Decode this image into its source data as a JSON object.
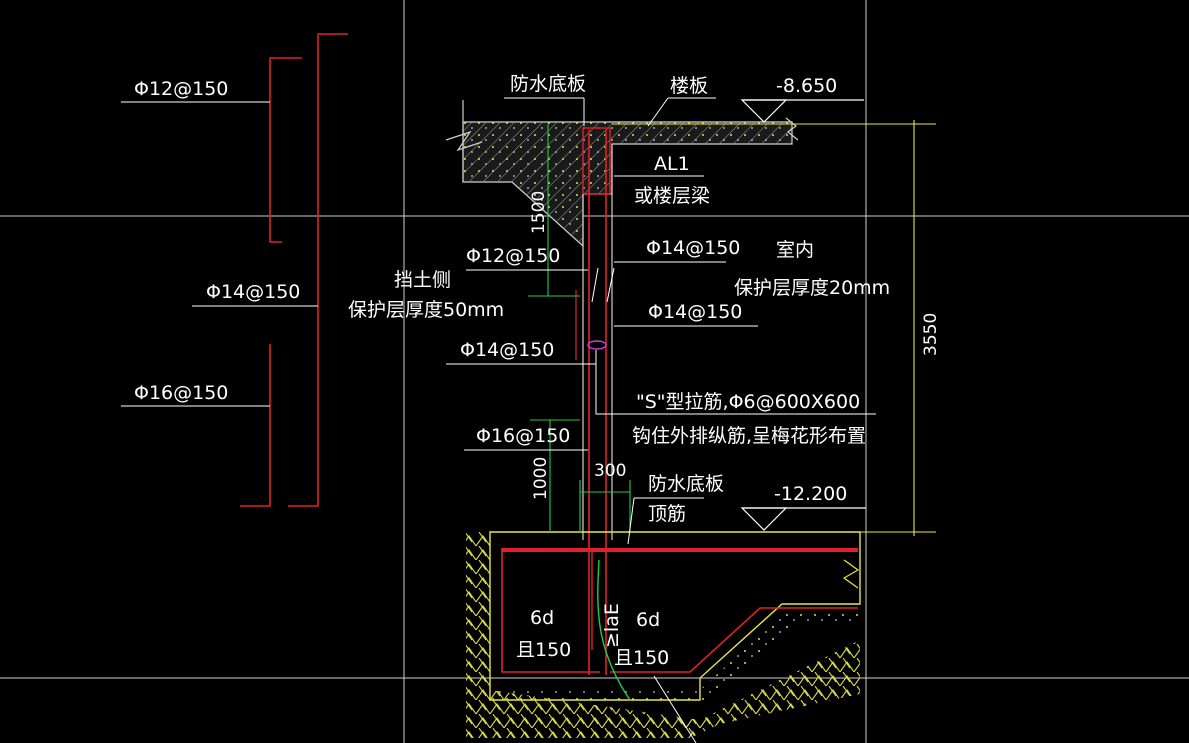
{
  "colors": {
    "background": "#000000",
    "text": "#ffffff",
    "rebar": "#e0202a",
    "dimension": "#22cc44",
    "elevation": "#e8e840",
    "concrete_hatch": "#cfcfcf",
    "soil": "#e8e840",
    "crosshair": "#cfcfcf",
    "tie": "#d040d0"
  },
  "labels": {
    "left_phi12": "Φ12@150",
    "left_phi14": "Φ14@150",
    "left_phi16": "Φ16@150",
    "waterproof_top": "防水底板",
    "floor_slab": "楼板",
    "elev_top": "-8.650",
    "beam_name": "AL1",
    "beam_alt": "或楼层梁",
    "wall_phi12": "Φ12@150",
    "inner_phi14_upper": "Φ14@150",
    "indoor": "室内",
    "indoor_cover": "保护层厚度20mm",
    "soil_side": "挡土侧",
    "soil_cover": "保护层厚度50mm",
    "inner_phi14_lower": "Φ14@150",
    "wall_phi14": "Φ14@150",
    "s_tie": "\"S\"型拉筋,Φ6@600X600",
    "s_tie_note": "钩住外排纵筋,呈梅花形布置",
    "wall_phi16": "Φ16@150",
    "waterproof_bottom": "防水底板",
    "top_rebar": "顶筋",
    "elev_bottom": "-12.200",
    "hook_left_a": "6d",
    "hook_left_b": "且150",
    "hook_right_a": "6d",
    "hook_right_b": "且150",
    "anchor": "≥laE"
  },
  "dimensions": {
    "d_1500": "1500",
    "d_3550": "3550",
    "d_1000": "1000",
    "d_300": "300"
  }
}
